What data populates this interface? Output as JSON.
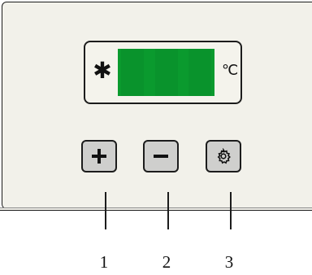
{
  "display": {
    "mode_icon": "snowflake-icon",
    "mode_glyph": "✱",
    "unit": "℃",
    "screen_color": "#0a9a2e"
  },
  "buttons": [
    {
      "icon": "plus-icon"
    },
    {
      "icon": "minus-icon"
    },
    {
      "icon": "gear-icon"
    }
  ],
  "callouts": [
    "1",
    "2",
    "3"
  ]
}
